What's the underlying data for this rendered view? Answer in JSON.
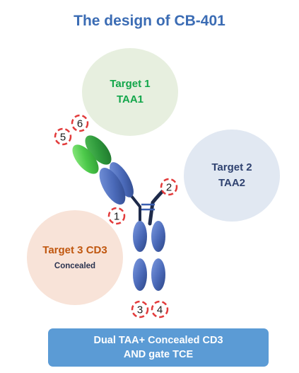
{
  "title": "The design of CB-401",
  "targets": [
    {
      "line1": "Target 1",
      "line2": "TAA1"
    },
    {
      "line1": "Target 2",
      "line2": "TAA2"
    },
    {
      "line1": "Target 3 CD3",
      "line2": "Concealed"
    }
  ],
  "markers": [
    "1",
    "2",
    "3",
    "4",
    "5",
    "6"
  ],
  "footer": {
    "line1": "Dual TAA+ Concealed CD3",
    "line2": "AND gate TCE"
  },
  "colors": {
    "title": "#3b6cb4",
    "domain_blue": "#4a69b8",
    "domain_green": "#4cc94a",
    "marker_red": "#e23b3b",
    "footer_box": "#5b9bd5"
  }
}
